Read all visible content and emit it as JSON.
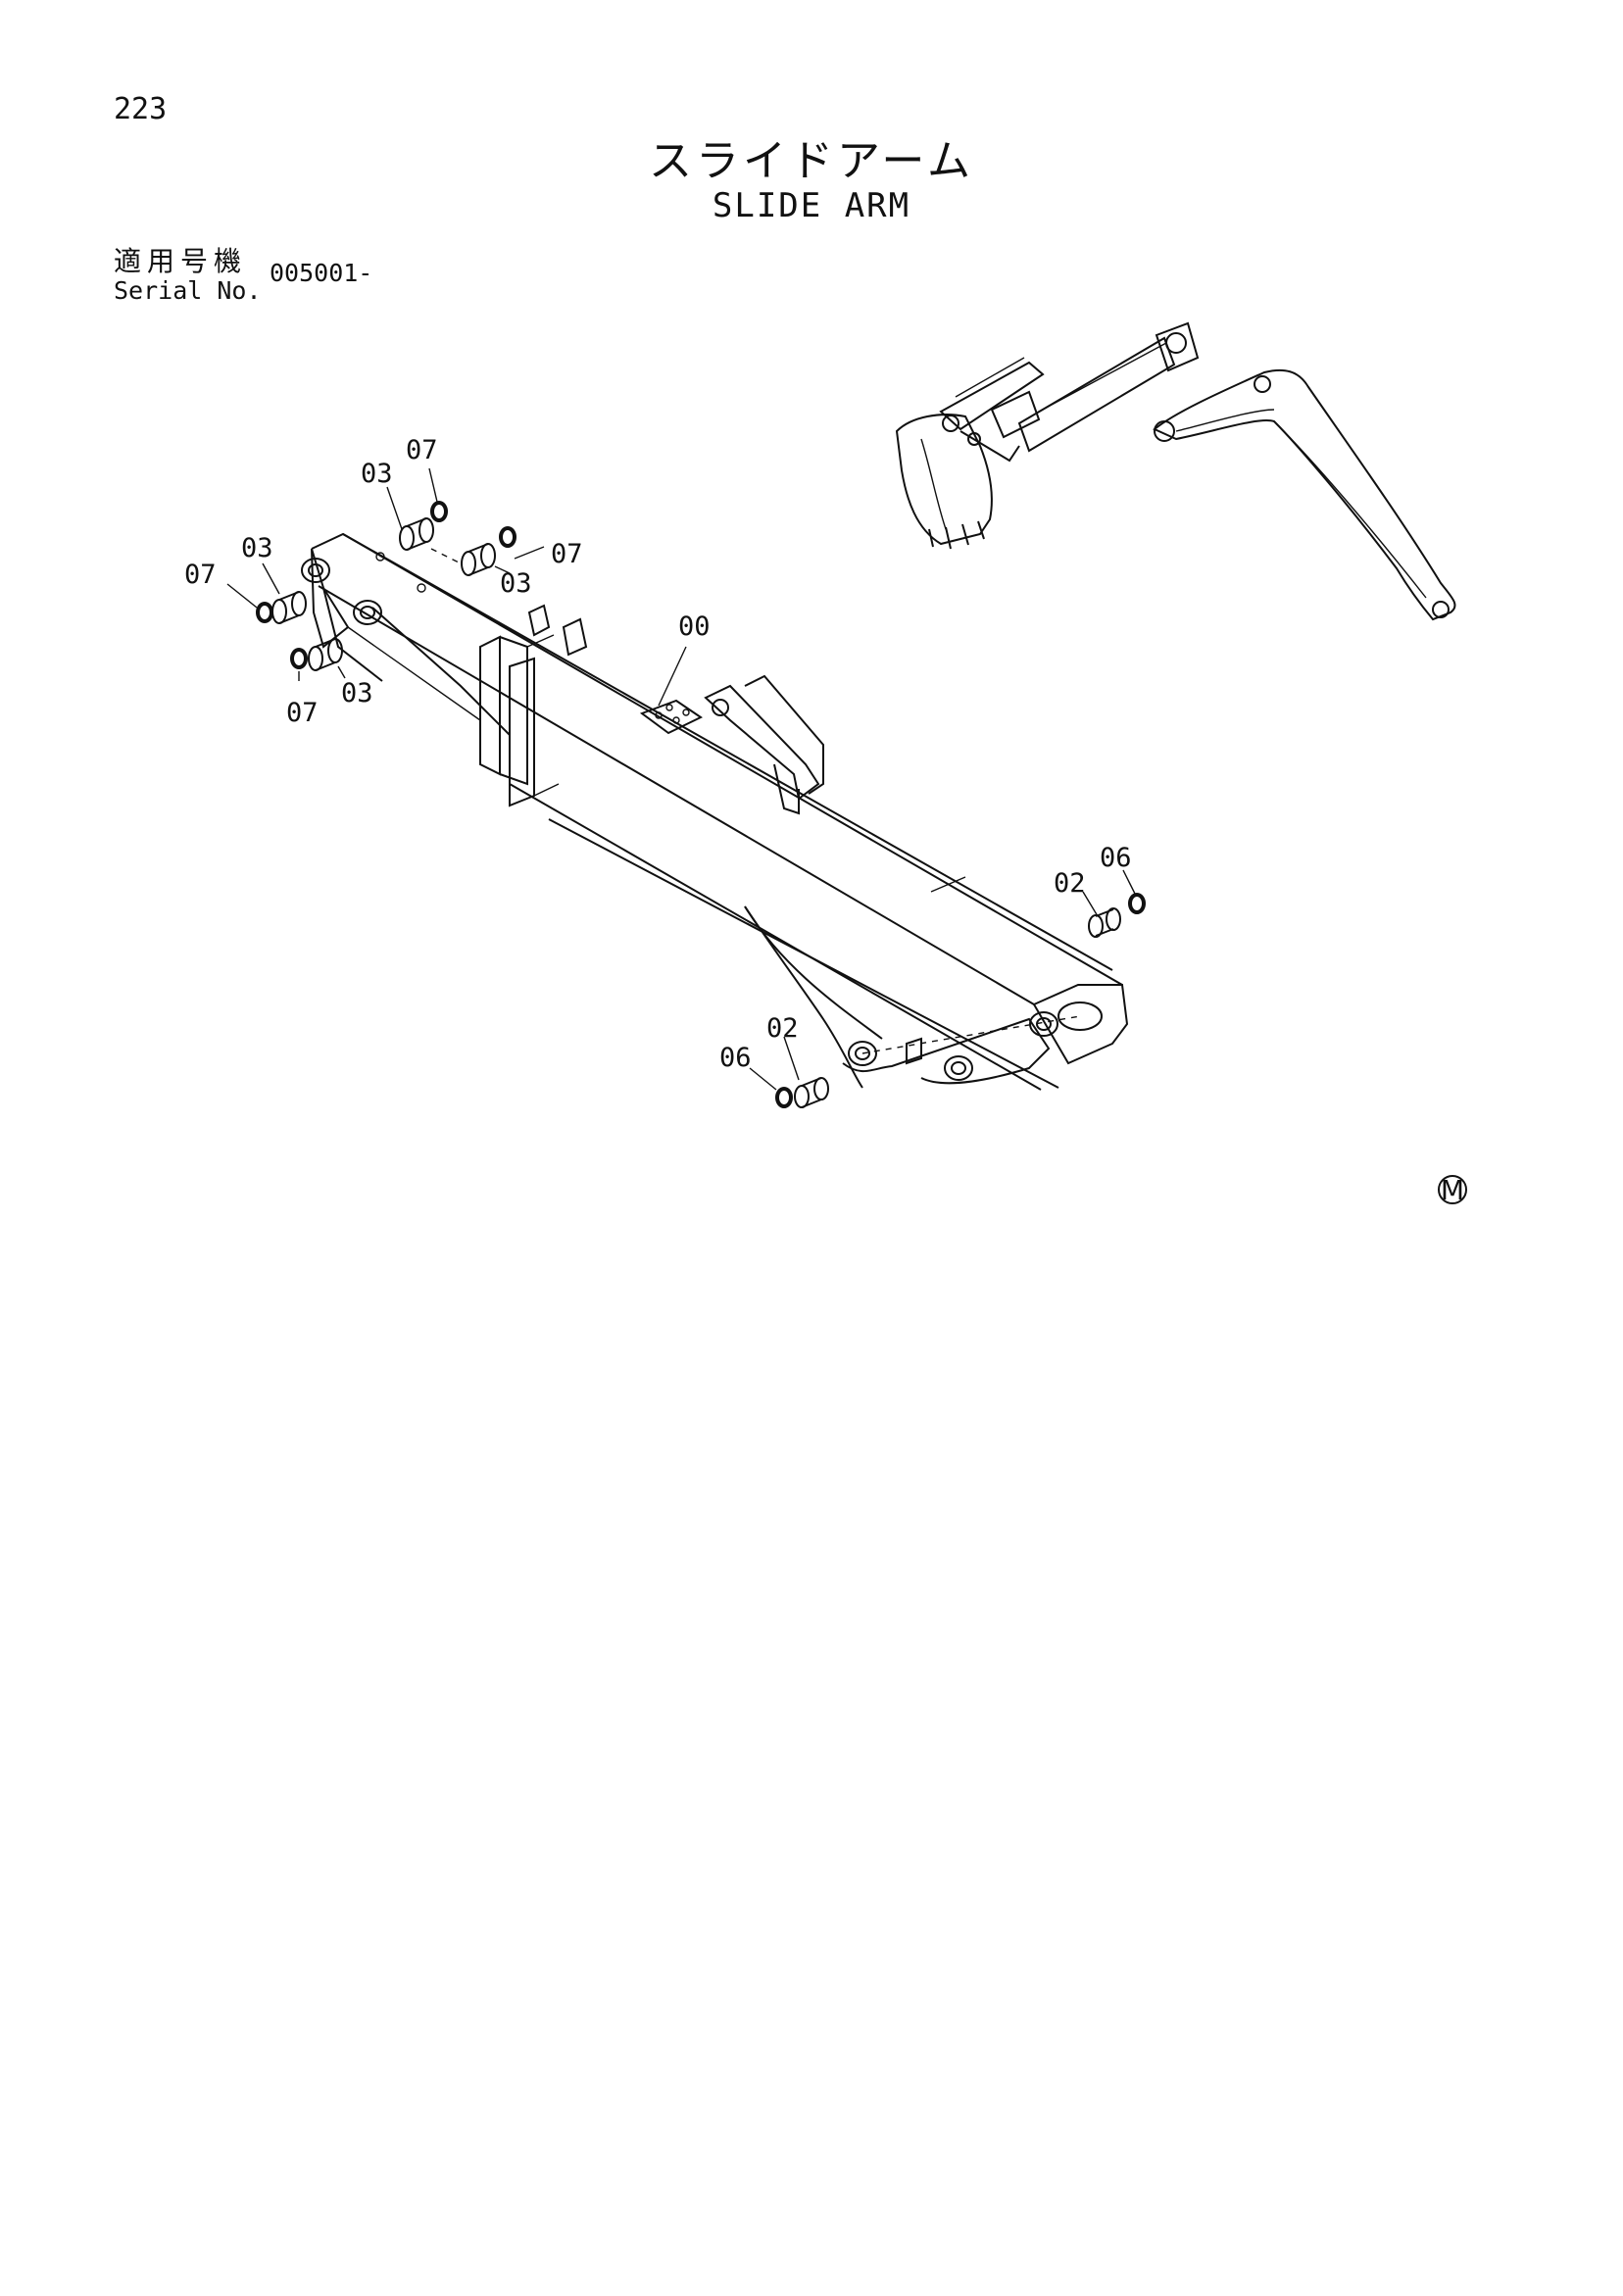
{
  "page_number": "223",
  "title": {
    "jp": "スライドアーム",
    "en": "SLIDE ARM"
  },
  "applicability": {
    "label_jp": "適用号機",
    "label_en": "Serial No.",
    "serial": "005001-"
  },
  "callouts": {
    "p07a": "07",
    "p03a": "03",
    "p03b": "03",
    "p07b": "07",
    "p07c": "07",
    "p03c": "03",
    "p03d": "03",
    "p07d": "07",
    "p00": "00",
    "p06a": "06",
    "p02a": "02",
    "p02b": "02",
    "p06b": "06"
  },
  "corner_mark": "M"
}
